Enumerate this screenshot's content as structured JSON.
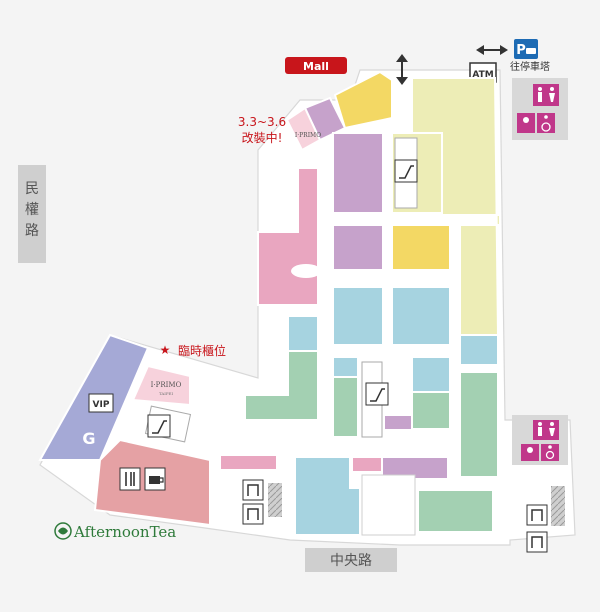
{
  "mall_label": "Mall",
  "renovation": {
    "dates": "3.3~3.6",
    "note": "改裝中!"
  },
  "temp_counter": "臨時櫃位",
  "parking": {
    "label": "往停車塔",
    "icon": "P"
  },
  "atm": "ATM",
  "vip": "VIP",
  "zone_g": "G",
  "store_iprimo": {
    "name": "I·PRIMO",
    "sub": "TAIPEI"
  },
  "afternoon_tea": "AfternoonTea",
  "roads": {
    "west": [
      "民",
      "權",
      "路"
    ],
    "south": "中央路"
  },
  "colors": {
    "pink": "#e9a6c0",
    "purple": "#c6a2cb",
    "yellow": "#f3d864",
    "pale_yellow": "#ededb6",
    "blue": "#a6d3e0",
    "green": "#a3d0b2",
    "periwinkle": "#a5a9d6",
    "salmon": "#e5a1a4",
    "red_accent": "#c8151b",
    "brand_green": "#2e7a3a",
    "parking_blue": "#1d6bb4"
  },
  "icons": [
    "mall-tag-icon",
    "up-down-arrow-icon",
    "left-right-arrow-icon",
    "parking-icon",
    "atm-icon",
    "restroom-icon",
    "accessible-icon",
    "baby-care-icon",
    "escalator-icon",
    "elevator-icon",
    "star-icon",
    "dining-icon",
    "cafe-icon",
    "afternoon-tea-logo-icon"
  ]
}
